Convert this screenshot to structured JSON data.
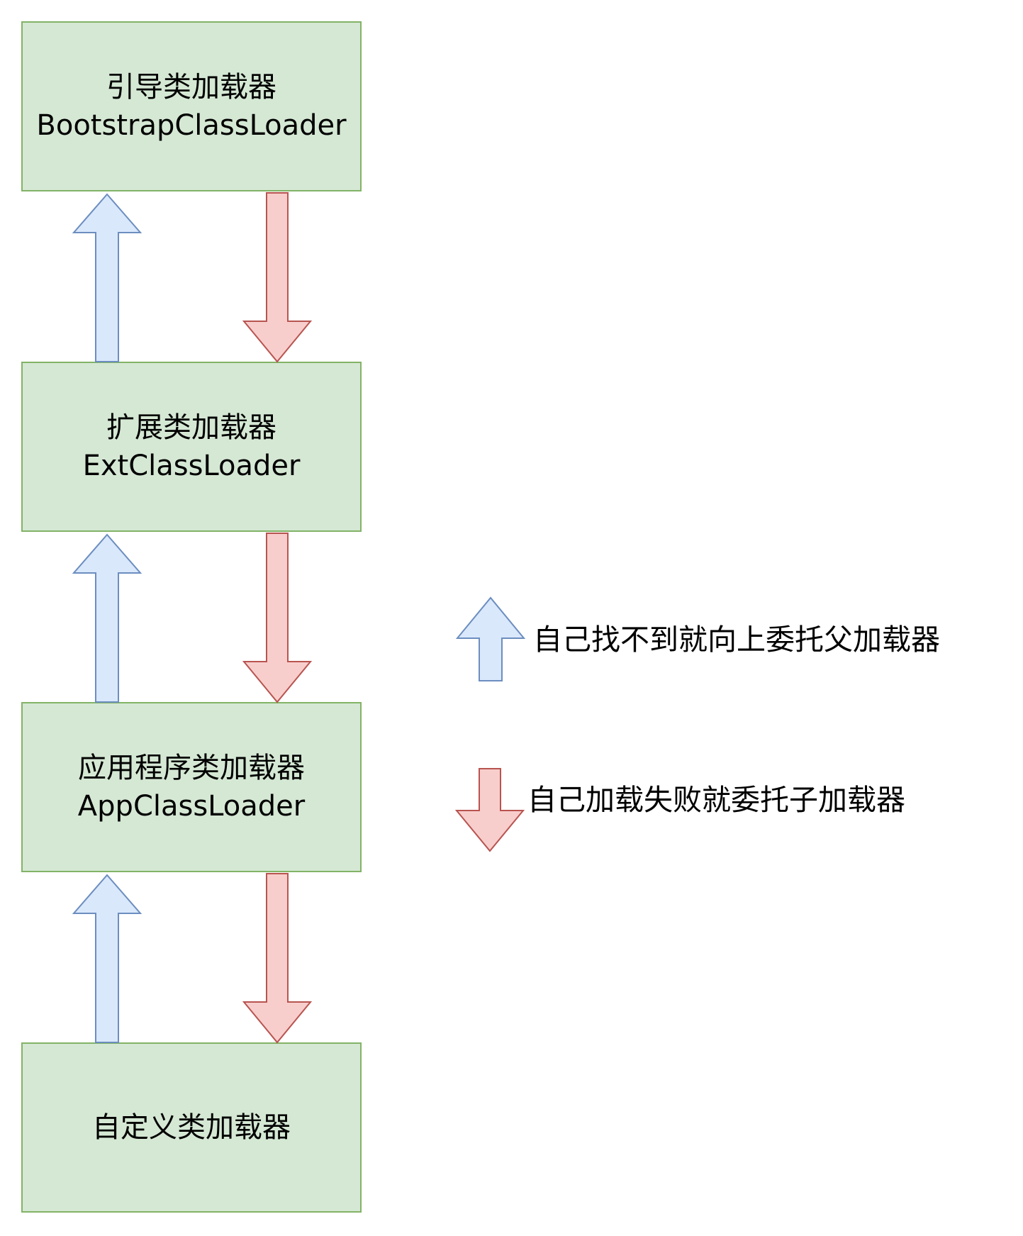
{
  "loaders": [
    {
      "name_cn": "引导类加载器",
      "name_en": "BootstrapClassLoader"
    },
    {
      "name_cn": "扩展类加载器",
      "name_en": "ExtClassLoader"
    },
    {
      "name_cn": "应用程序类加载器",
      "name_en": "AppClassLoader"
    },
    {
      "name_cn": "自定义类加载器",
      "name_en": ""
    }
  ],
  "legend": {
    "up_label": "自己找不到就向上委托父加载器",
    "down_label": "自己加载失败就委托子加载器"
  },
  "colors": {
    "box_fill": "#d5e8d4",
    "box_stroke": "#82b366",
    "up_fill": "#dae8fc",
    "up_stroke": "#6c8ebf",
    "down_fill": "#f8cecc",
    "down_stroke": "#b85450"
  }
}
